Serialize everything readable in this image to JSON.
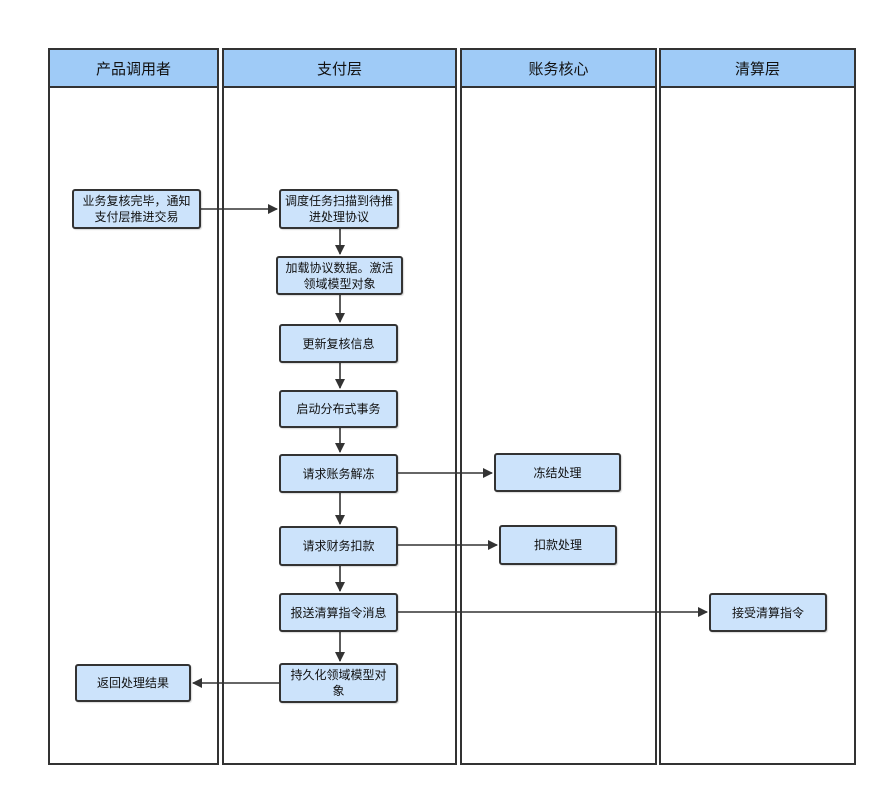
{
  "lanes": [
    {
      "name": "产品调用者"
    },
    {
      "name": "支付层"
    },
    {
      "name": "账务核心"
    },
    {
      "name": "清算层"
    }
  ],
  "nodes": {
    "notify": "业务复核完毕，通知支付层推进交易",
    "scan": "调度任务扫描到待推进处理协议",
    "load": "加载协议数据。激活领域模型对象",
    "update": "更新复核信息",
    "start_tx": "启动分布式事务",
    "unfreeze_req": "请求账务解冻",
    "freeze_proc": "冻结处理",
    "deduct_req": "请求财务扣款",
    "deduct_proc": "扣款处理",
    "send_clear": "报送清算指令消息",
    "recv_clear": "接受清算指令",
    "persist": "持久化领域模型对象",
    "return": "返回处理结果"
  },
  "colors": {
    "header": "#9fcbf7",
    "node_fill": "#cce3fb",
    "line": "#333333"
  }
}
